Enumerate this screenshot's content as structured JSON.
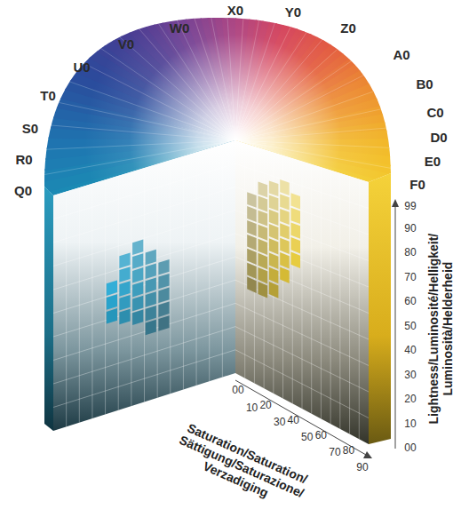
{
  "diagram": {
    "labels": [
      "Q0",
      "R0",
      "S0",
      "T0",
      "U0",
      "V0",
      "W0",
      "X0",
      "Y0",
      "Z0",
      "A0",
      "B0",
      "C0",
      "D0",
      "E0",
      "F0",
      "Lightness/Luminosité/Helligkeit/ Luminosità/Helderheid",
      "99",
      "90",
      "80",
      "70",
      "60",
      "50",
      "40",
      "30",
      "20",
      "10",
      "00",
      "Saturation/Saturation/ Sättigung/Saturazione/ Verzadiging",
      "00",
      "10",
      "20",
      "30",
      "40",
      "50",
      "60",
      "70",
      "80",
      "90"
    ]
  }
}
